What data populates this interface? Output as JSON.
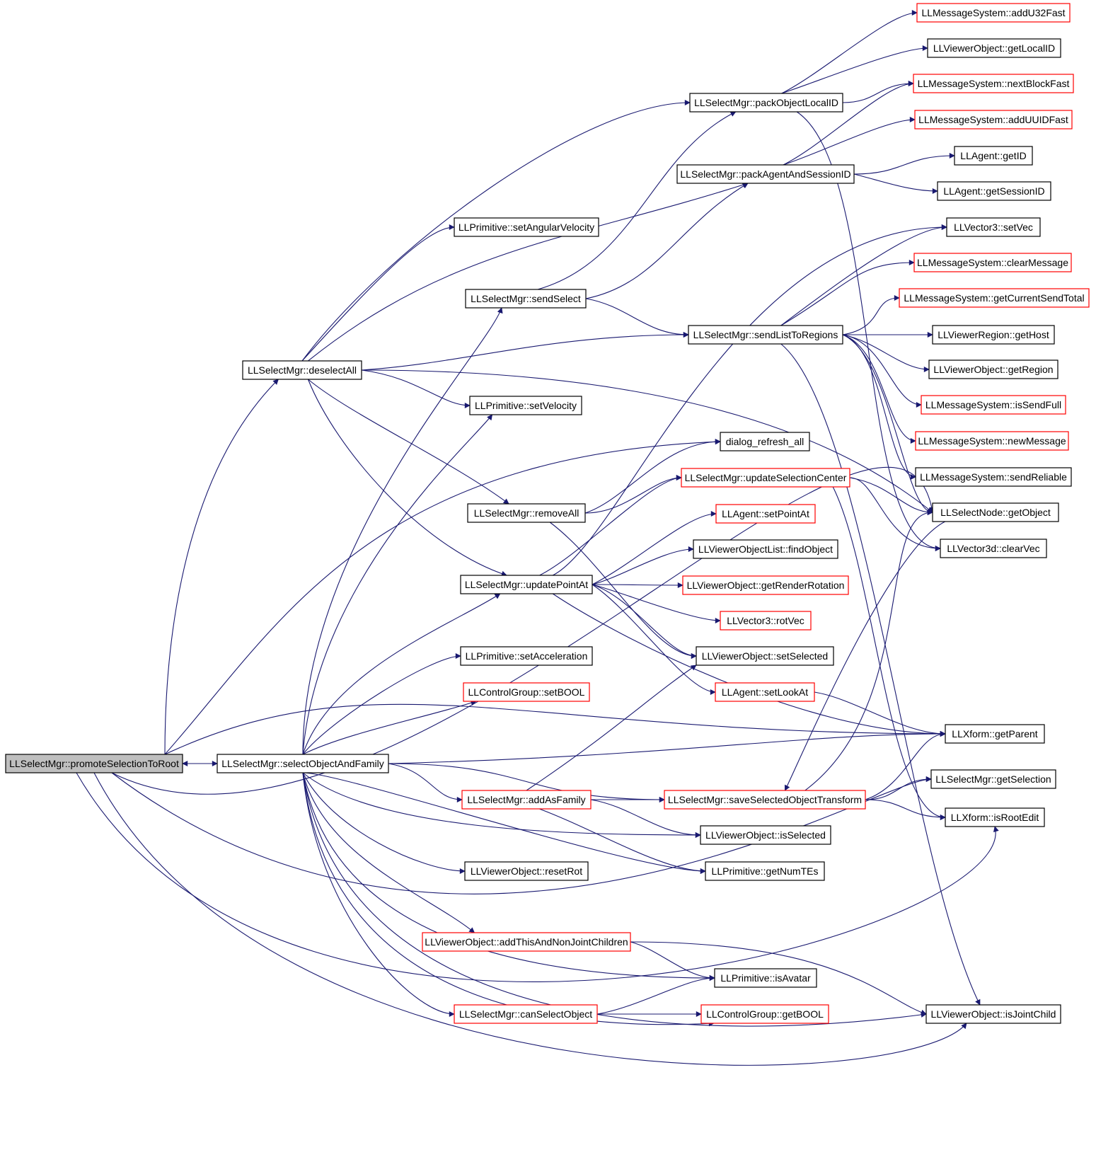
{
  "nodes": [
    {
      "id": "promote",
      "label": "LLSelectMgr::promoteSelectionToRoot",
      "style": "root"
    },
    {
      "id": "selectFamily",
      "label": "LLSelectMgr::selectObjectAndFamily",
      "style": "normal"
    },
    {
      "id": "deselectAll",
      "label": "LLSelectMgr::deselectAll",
      "style": "normal"
    },
    {
      "id": "setAngVel",
      "label": "LLPrimitive::setAngularVelocity",
      "style": "normal"
    },
    {
      "id": "sendSelect",
      "label": "LLSelectMgr::sendSelect",
      "style": "normal"
    },
    {
      "id": "setVelocity",
      "label": "LLPrimitive::setVelocity",
      "style": "normal"
    },
    {
      "id": "removeAll",
      "label": "LLSelectMgr::removeAll",
      "style": "normal"
    },
    {
      "id": "updatePointAt",
      "label": "LLSelectMgr::updatePointAt",
      "style": "normal"
    },
    {
      "id": "setAccel",
      "label": "LLPrimitive::setAcceleration",
      "style": "normal"
    },
    {
      "id": "ctrlSetBool",
      "label": "LLControlGroup::setBOOL",
      "style": "red"
    },
    {
      "id": "addAsFamily",
      "label": "LLSelectMgr::addAsFamily",
      "style": "red"
    },
    {
      "id": "resetRot",
      "label": "LLViewerObject::resetRot",
      "style": "normal"
    },
    {
      "id": "addThis",
      "label": "LLViewerObject::addThisAndNonJointChildren",
      "style": "red"
    },
    {
      "id": "canSelect",
      "label": "LLSelectMgr::canSelectObject",
      "style": "red"
    },
    {
      "id": "packObjId",
      "label": "LLSelectMgr::packObjectLocalID",
      "style": "normal"
    },
    {
      "id": "packAgent",
      "label": "LLSelectMgr::packAgentAndSessionID",
      "style": "normal"
    },
    {
      "id": "sendList",
      "label": "LLSelectMgr::sendListToRegions",
      "style": "normal"
    },
    {
      "id": "dialogRefresh",
      "label": "dialog_refresh_all",
      "style": "normal"
    },
    {
      "id": "updSelCenter",
      "label": "LLSelectMgr::updateSelectionCenter",
      "style": "red"
    },
    {
      "id": "agentSetPointAt",
      "label": "LLAgent::setPointAt",
      "style": "red"
    },
    {
      "id": "findObject",
      "label": "LLViewerObjectList::findObject",
      "style": "normal"
    },
    {
      "id": "getRenderRot",
      "label": "LLViewerObject::getRenderRotation",
      "style": "red"
    },
    {
      "id": "rotVec",
      "label": "LLVector3::rotVec",
      "style": "red"
    },
    {
      "id": "setSelected",
      "label": "LLViewerObject::setSelected",
      "style": "normal"
    },
    {
      "id": "setLookAt",
      "label": "LLAgent::setLookAt",
      "style": "red"
    },
    {
      "id": "saveSel",
      "label": "LLSelectMgr::saveSelectedObjectTransform",
      "style": "red"
    },
    {
      "id": "isSelected",
      "label": "LLViewerObject::isSelected",
      "style": "normal"
    },
    {
      "id": "getNumTEs",
      "label": "LLPrimitive::getNumTEs",
      "style": "normal"
    },
    {
      "id": "isAvatar",
      "label": "LLPrimitive::isAvatar",
      "style": "normal"
    },
    {
      "id": "ctrlGetBool",
      "label": "LLControlGroup::getBOOL",
      "style": "red"
    },
    {
      "id": "addU32",
      "label": "LLMessageSystem::addU32Fast",
      "style": "red"
    },
    {
      "id": "getLocalID",
      "label": "LLViewerObject::getLocalID",
      "style": "normal"
    },
    {
      "id": "nextBlock",
      "label": "LLMessageSystem::nextBlockFast",
      "style": "red"
    },
    {
      "id": "addUUID",
      "label": "LLMessageSystem::addUUIDFast",
      "style": "red"
    },
    {
      "id": "getID",
      "label": "LLAgent::getID",
      "style": "normal"
    },
    {
      "id": "getSessionID",
      "label": "LLAgent::getSessionID",
      "style": "normal"
    },
    {
      "id": "setVec",
      "label": "LLVector3::setVec",
      "style": "normal"
    },
    {
      "id": "clearMessage",
      "label": "LLMessageSystem::clearMessage",
      "style": "red"
    },
    {
      "id": "getCurSend",
      "label": "LLMessageSystem::getCurrentSendTotal",
      "style": "red"
    },
    {
      "id": "getHost",
      "label": "LLViewerRegion::getHost",
      "style": "normal"
    },
    {
      "id": "getRegion",
      "label": "LLViewerObject::getRegion",
      "style": "normal"
    },
    {
      "id": "isSendFull",
      "label": "LLMessageSystem::isSendFull",
      "style": "red"
    },
    {
      "id": "newMessage",
      "label": "LLMessageSystem::newMessage",
      "style": "red"
    },
    {
      "id": "sendReliable",
      "label": "LLMessageSystem::sendReliable",
      "style": "normal"
    },
    {
      "id": "getObject",
      "label": "LLSelectNode::getObject",
      "style": "normal"
    },
    {
      "id": "clearVec",
      "label": "LLVector3d::clearVec",
      "style": "normal"
    },
    {
      "id": "getParent",
      "label": "LLXform::getParent",
      "style": "normal"
    },
    {
      "id": "getSelection",
      "label": "LLSelectMgr::getSelection",
      "style": "normal"
    },
    {
      "id": "isRootEdit",
      "label": "LLXform::isRootEdit",
      "style": "normal"
    },
    {
      "id": "isJointChild",
      "label": "LLViewerObject::isJointChild",
      "style": "normal"
    }
  ],
  "colors": {
    "edge": "#191970",
    "red_border": "#ff0000",
    "normal_border": "#000000",
    "root_fill": "#bfbfbf",
    "background": "#ffffff"
  }
}
